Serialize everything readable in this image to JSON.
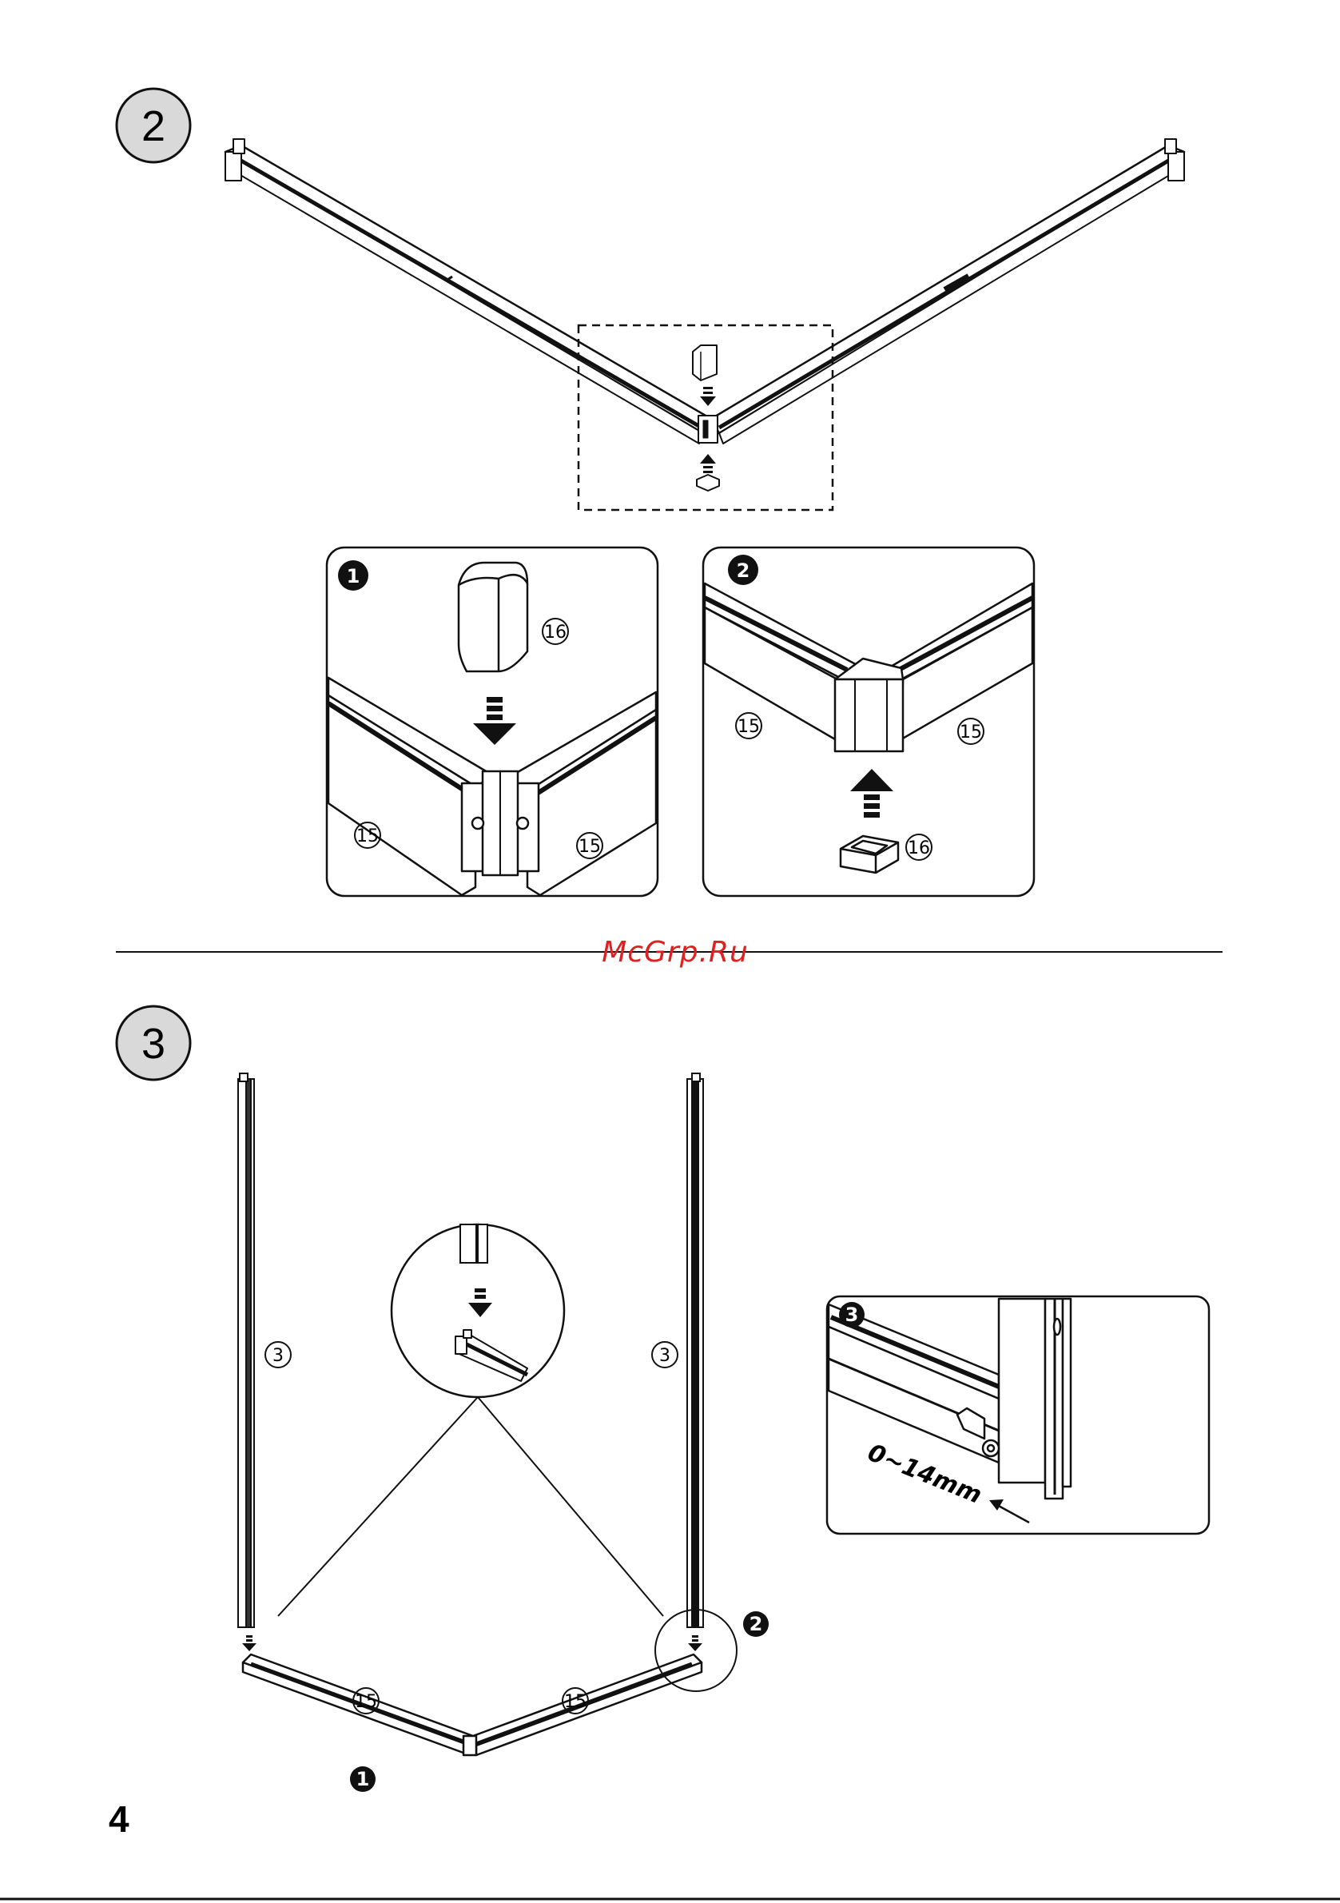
{
  "page": {
    "number": "4",
    "watermark": "McGrp.Ru"
  },
  "step2": {
    "step_number": "2",
    "detail1": {
      "badge": "1",
      "part_cap": "16",
      "part_left": "15",
      "part_right": "15"
    },
    "detail2": {
      "badge": "2",
      "part_left": "15",
      "part_right": "15",
      "part_insert": "16"
    }
  },
  "step3": {
    "step_number": "3",
    "profile_left_label": "3",
    "profile_right_label": "3",
    "base_left_label": "15",
    "base_right_label": "15",
    "marker_front": "1",
    "marker_corner": "2",
    "detail3": {
      "badge": "3",
      "measurement": "0~14mm"
    }
  }
}
